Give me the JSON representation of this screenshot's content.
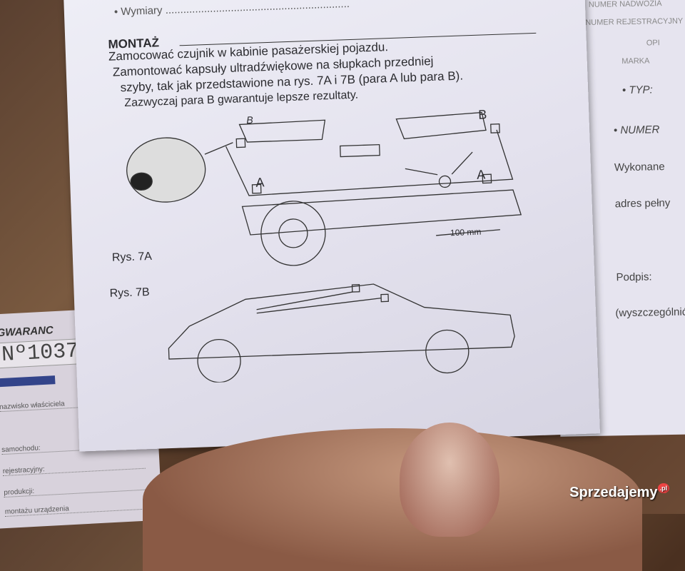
{
  "left_card": {
    "title": "GWARANC",
    "number": "Nº1037",
    "lines": [
      "nazwisko właściciela",
      "samochodu:",
      "rejestracyjny:",
      "produkcji:",
      "montażu urządzenia"
    ]
  },
  "right_sheet": {
    "lines": [
      "NUMER NADWOZIA",
      "NUMER REJESTRACYJNY",
      "OPI",
      "MARKA",
      "• TYP:",
      "• NUMER",
      "Wykonane",
      "adres pełny",
      "Podpis:",
      "(wyszczególnić"
    ]
  },
  "instruction": {
    "wymiary": "• Wymiary ..............................................................",
    "heading": "MONTAŻ",
    "lines": [
      "Zamocować czujnik w kabinie pasażerskiej pojazdu.",
      "Zamontować kapsuły ultradźwiękowe na słupkach przedniej",
      "szyby, tak jak przedstawione na rys. 7A i 7B (para A lub para B).",
      "Zazwyczaj para B gwarantuje lepsze rezultaty."
    ],
    "fig_a": "Rys. 7A",
    "fig_b": "Rys. 7B",
    "label_a": "A",
    "label_b": "B",
    "dimension": "100 mm"
  },
  "watermark": {
    "text": "Sprzedajemy",
    "suffix": ".pl"
  }
}
